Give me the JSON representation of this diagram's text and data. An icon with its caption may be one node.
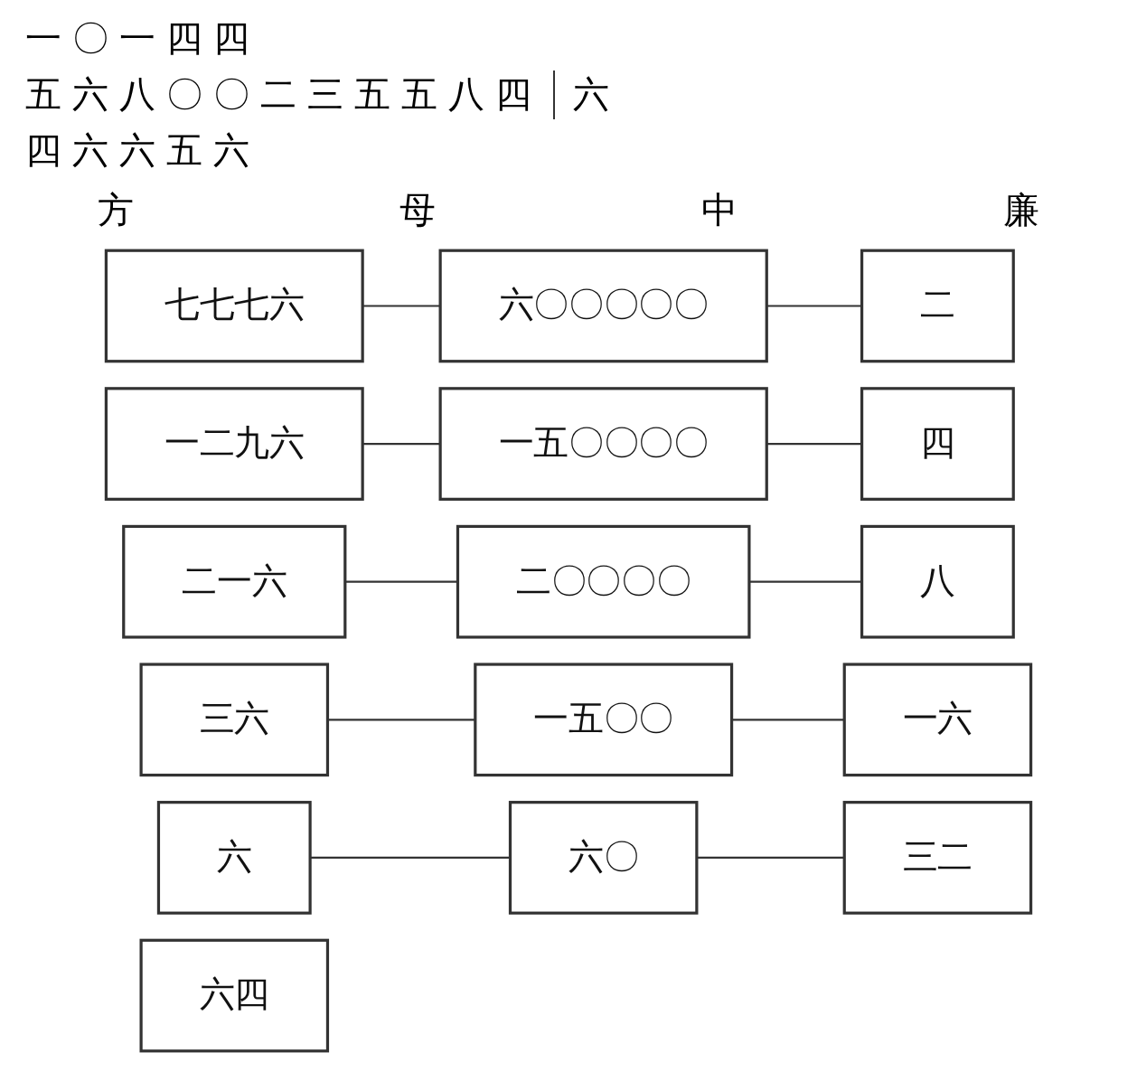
{
  "diagram": {
    "nodes": [
      {
        "text": [
          "七七七六"
        ]
      },
      {
        "text": [
          "六〇〇〇〇〇"
        ]
      },
      {
        "text": [
          "二"
        ]
      },
      {
        "text": [
          "一二九六"
        ]
      },
      {
        "text": [
          "一五〇〇〇〇"
        ]
      },
      {
        "text": [
          "四"
        ]
      },
      {
        "text": [
          "二一六"
        ]
      },
      {
        "text": [
          "二〇〇〇〇"
        ]
      },
      {
        "text": [
          "八"
        ]
      },
      {
        "text": [
          "三六"
        ]
      },
      {
        "text": [
          "一五〇〇"
        ]
      },
      {
        "text": [
          "一六"
        ]
      },
      {
        "text": [
          "六"
        ]
      },
      {
        "text": [
          "六〇"
        ]
      },
      {
        "text": [
          "三二"
        ]
      },
      {
        "text": [
          "六四"
        ]
      }
    ],
    "edges": [
      {
        "from": 0,
        "to": 1,
        "arrow": "none"
      },
      {
        "from": 1,
        "to": 2,
        "arrow": "none"
      },
      {
        "from": 3,
        "to": 4,
        "arrow": "none"
      },
      {
        "from": 4,
        "to": 5,
        "arrow": "none"
      },
      {
        "from": 6,
        "to": 7,
        "arrow": "none"
      },
      {
        "from": 7,
        "to": 8,
        "arrow": "none"
      },
      {
        "from": 9,
        "to": 10,
        "arrow": "none"
      },
      {
        "from": 10,
        "to": 11,
        "arrow": "none"
      },
      {
        "from": 12,
        "to": 13,
        "arrow": "none"
      },
      {
        "from": 13,
        "to": 14,
        "arrow": "none"
      }
    ],
    "labels": [
      "一〇一四四",
      "五六八〇〇二三五五八四",
      "六",
      "四六六五六",
      "方",
      "母",
      "中",
      "廉"
    ]
  }
}
